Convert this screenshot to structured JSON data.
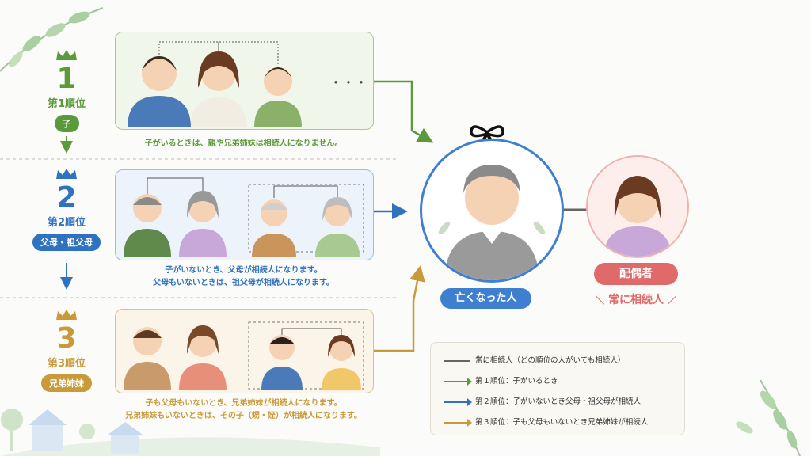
{
  "colors": {
    "rank1": "#5a9a3a",
    "rank2": "#2f72bf",
    "rank3": "#c99a3a",
    "deceased": "#3e7fd0",
    "spouse": "#e06a6a",
    "always": "#666666"
  },
  "ranks": [
    {
      "num": "1",
      "label": "第1順位",
      "pill": "子",
      "icon": "crown-icon"
    },
    {
      "num": "2",
      "label": "第2順位",
      "pill": "父母・祖父母",
      "icon": "crown-icon"
    },
    {
      "num": "3",
      "label": "第3順位",
      "pill": "兄弟姉妹",
      "icon": "crown-icon"
    }
  ],
  "rank1_ellipsis": "・・・",
  "captions": {
    "rank1": [
      "子がいるときは、親や兄弟姉妹は相続人になりません。"
    ],
    "rank2": [
      "子がいないとき、父母が相続人になります。",
      "父母もいないときは、祖父母が相続人になります。"
    ],
    "rank3": [
      "子も父母もいないとき、兄弟姉妹が相続人になります。",
      "兄弟姉妹もいないときは、その子（甥・姪）が相続人になります。"
    ]
  },
  "deceased": {
    "label": "亡くなった人",
    "icon": "mourning-ribbon-icon"
  },
  "spouse": {
    "label": "配偶者",
    "sublabel": "常に相続人"
  },
  "legend": [
    {
      "text": "常に相続人（どの順位の人がいても相続人）",
      "color": "#666666",
      "arrow": false
    },
    {
      "text": "第１順位：子がいるとき",
      "color": "#5a9a3a",
      "arrow": true
    },
    {
      "text": "第２順位：子がいないとき父母・祖父母が相続人",
      "color": "#2f72bf",
      "arrow": true
    },
    {
      "text": "第３順位：子も父母もいないとき兄弟姉妹が相続人",
      "color": "#c99a3a",
      "arrow": true
    }
  ]
}
